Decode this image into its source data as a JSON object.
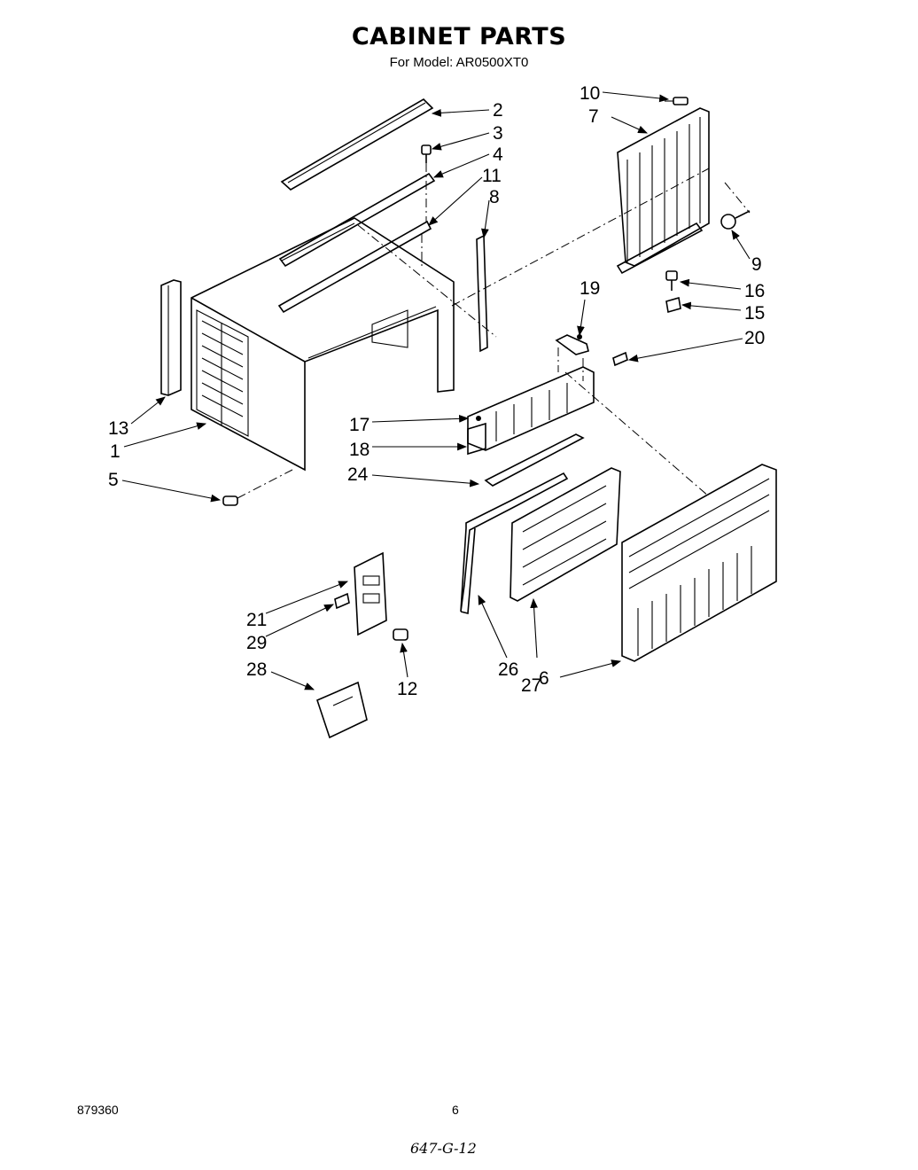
{
  "title": "CABINET PARTS",
  "subtitle": "For Model: AR0500XT0",
  "callouts": [
    "1",
    "2",
    "3",
    "4",
    "5",
    "6",
    "7",
    "8",
    "9",
    "10",
    "11",
    "12",
    "13",
    "15",
    "16",
    "17",
    "18",
    "19",
    "20",
    "21",
    "24",
    "26",
    "27",
    "28",
    "29"
  ],
  "footer": {
    "left_code": "879360",
    "page_number": "6",
    "handwritten": "647-G-12"
  }
}
